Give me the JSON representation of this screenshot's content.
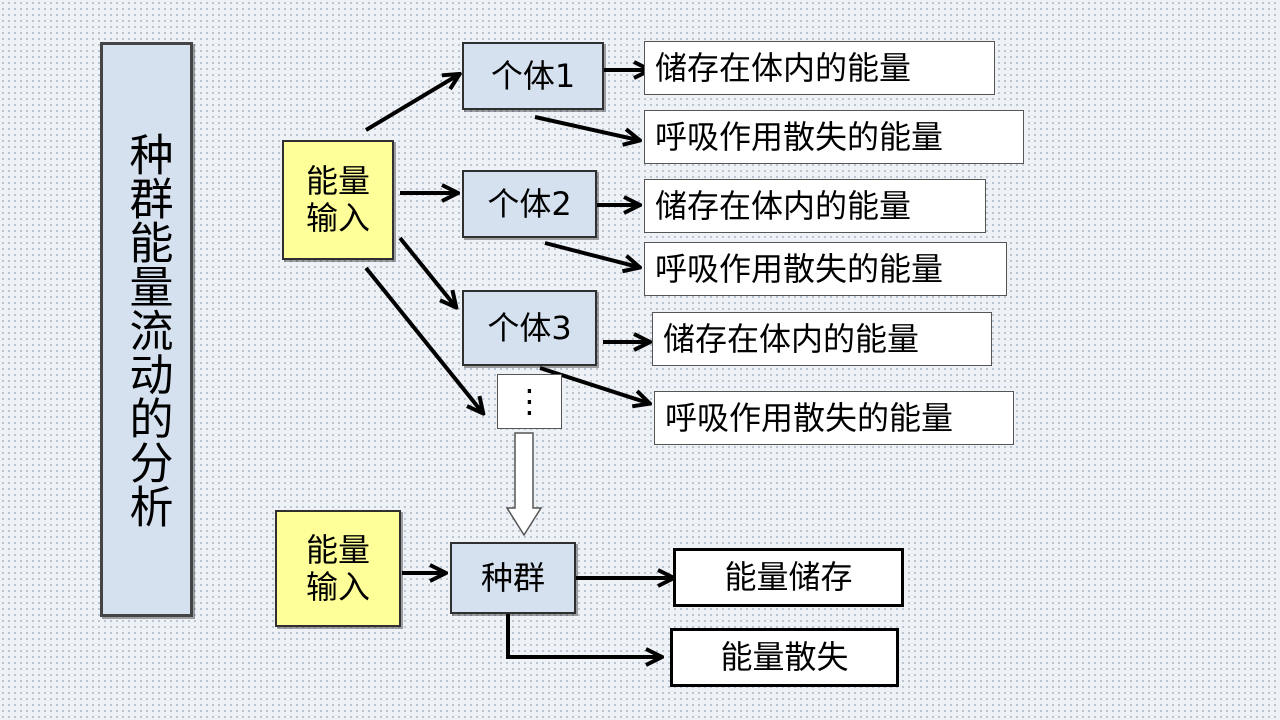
{
  "title": "种群能量流动的分析",
  "individual_section": {
    "energy_input": {
      "line1": "能量",
      "line2": "输入"
    },
    "individuals": [
      "个体1",
      "个体2",
      "个体3"
    ],
    "more": "⋮",
    "stored_label": "储存在体内的能量",
    "lost_label": "呼吸作用散失的能量"
  },
  "population_section": {
    "energy_input": {
      "line1": "能量",
      "line2": "输入"
    },
    "population": "种群",
    "energy_storage": "能量储存",
    "energy_loss": "能量散失"
  },
  "colors": {
    "box_blue": "#d6e1f0",
    "box_yellow": "#ffff99",
    "arrow": "#000000"
  }
}
